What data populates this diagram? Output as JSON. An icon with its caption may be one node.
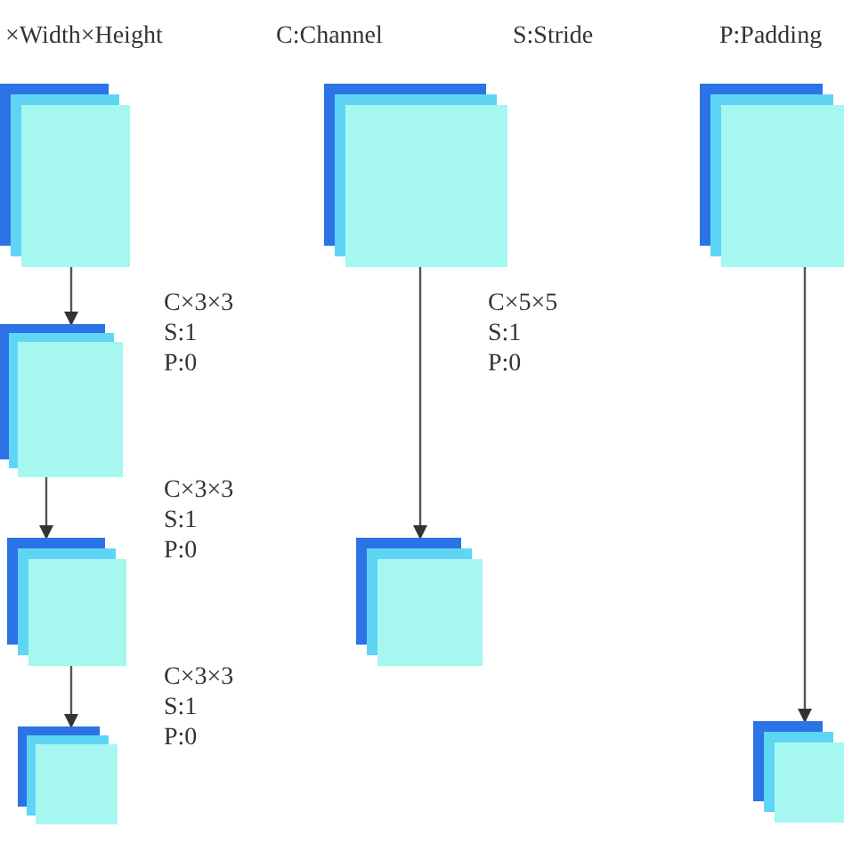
{
  "diagram": {
    "nodes": [
      {
        "text": [],
        "shape": "box"
      },
      {
        "text": [],
        "shape": "box"
      },
      {
        "text": [],
        "shape": "box"
      },
      {
        "text": [],
        "shape": "box"
      },
      {
        "text": [],
        "shape": "box"
      },
      {
        "text": [],
        "shape": "box"
      },
      {
        "text": [],
        "shape": "box"
      },
      {
        "text": [],
        "shape": "box"
      }
    ],
    "edges": [
      {
        "from": 0,
        "to": 1,
        "arrow": "to"
      },
      {
        "from": 1,
        "to": 2,
        "arrow": "to"
      },
      {
        "from": 2,
        "to": 3,
        "arrow": "to"
      },
      {
        "from": 4,
        "to": 5,
        "arrow": "to"
      },
      {
        "from": 6,
        "to": 7,
        "arrow": "to"
      }
    ],
    "labels": [
      "×Width×Height",
      "C:Channel",
      "S:Stride",
      "P:Padding",
      "C×3×3",
      "S:1",
      "P:0",
      "C×5×5",
      "S:1",
      "P:0",
      "C×3×3",
      "S:1",
      "P:0",
      "C×3×3",
      "S:1",
      "P:0"
    ]
  }
}
